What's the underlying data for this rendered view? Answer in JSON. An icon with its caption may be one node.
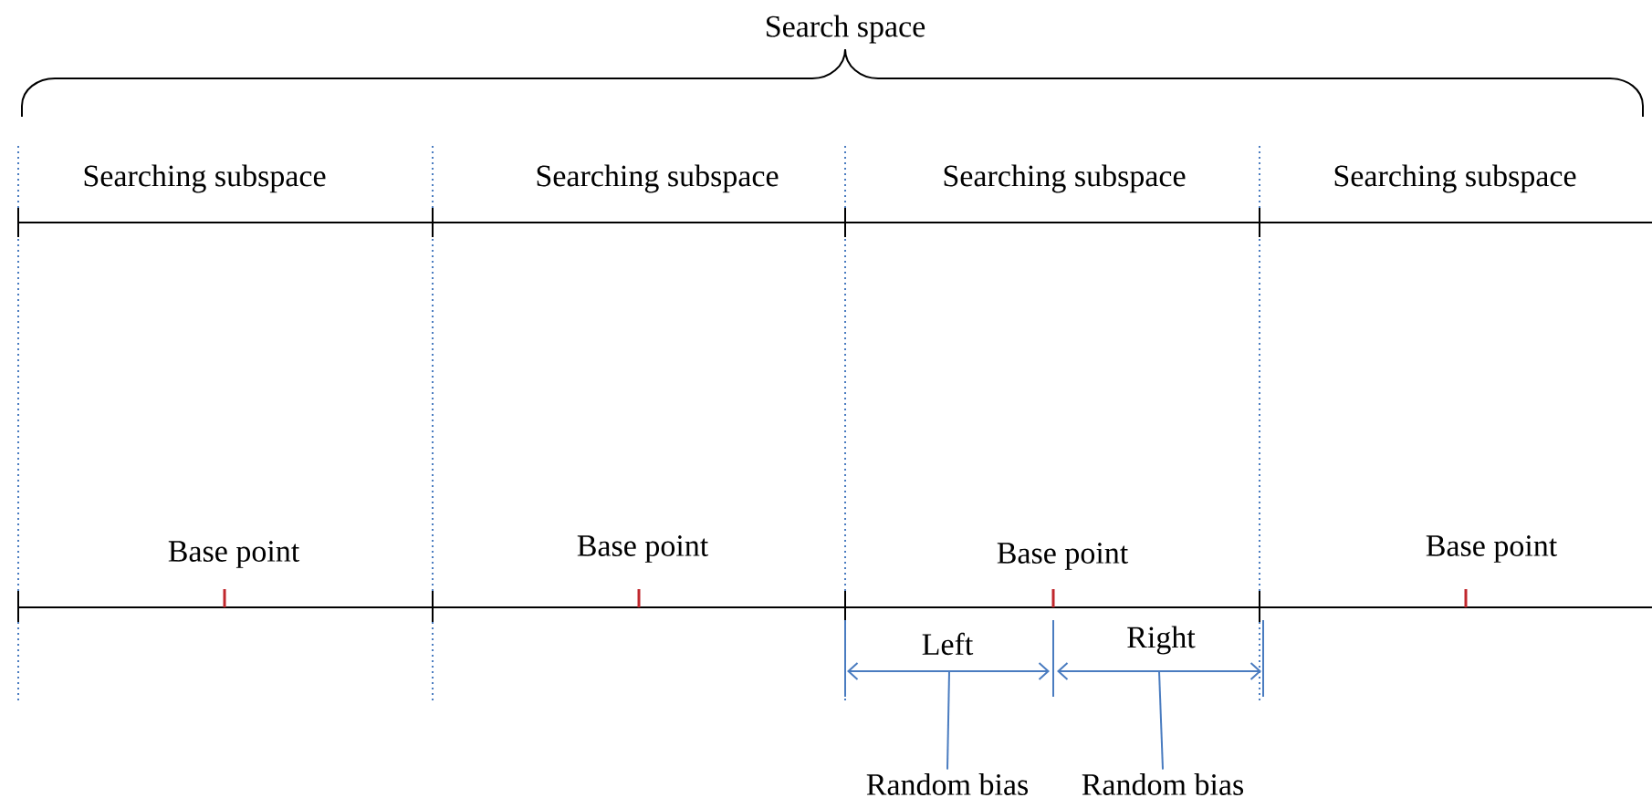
{
  "diagram": {
    "nodes": [
      {
        "text": [
          "Random bias"
        ]
      },
      {
        "text": [
          "Random bias"
        ]
      }
    ],
    "edges": [
      {
        "from": 0,
        "to": null,
        "arrow": "none",
        "color": "#4a7cc0"
      },
      {
        "from": 1,
        "to": null,
        "arrow": "none",
        "color": "#4a7cc0"
      }
    ],
    "labels": [
      "Search space",
      "Searching subspace",
      "Searching subspace",
      "Searching subspace",
      "Searching subspace",
      "Base point",
      "Base point",
      "Base point",
      "Base point",
      "Left",
      "Right"
    ]
  }
}
